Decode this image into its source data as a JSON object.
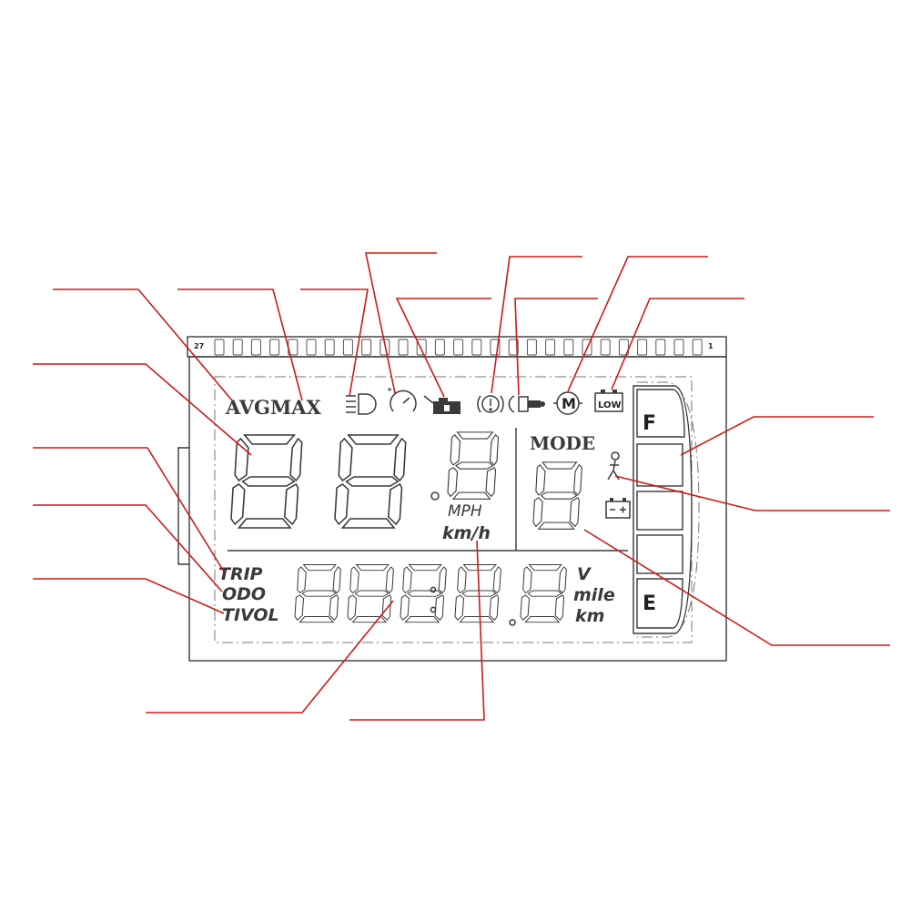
{
  "pins": {
    "left": "27",
    "right": "1"
  },
  "icons": [
    "headlight-icon",
    "cruise-speedometer-icon",
    "motor-fault-icon",
    "brake-warning-icon",
    "throttle-icon",
    "motor-icon",
    "low-battery-icon",
    "walk-assist-icon",
    "battery-icon"
  ],
  "labels": {
    "avgmax": "AVGMAX",
    "mode": "MODE",
    "mph": "MPH",
    "kmh": "km/h",
    "trip": "TRIP",
    "odo": "ODO",
    "tivol": "TIVOL",
    "volt": "V",
    "mile": "mile",
    "km": "km",
    "low": "LOW",
    "fuel_full": "F",
    "fuel_empty": "E"
  },
  "colors": {
    "leader": "#cc1a1a",
    "lcd_line": "#3a3a3a"
  }
}
